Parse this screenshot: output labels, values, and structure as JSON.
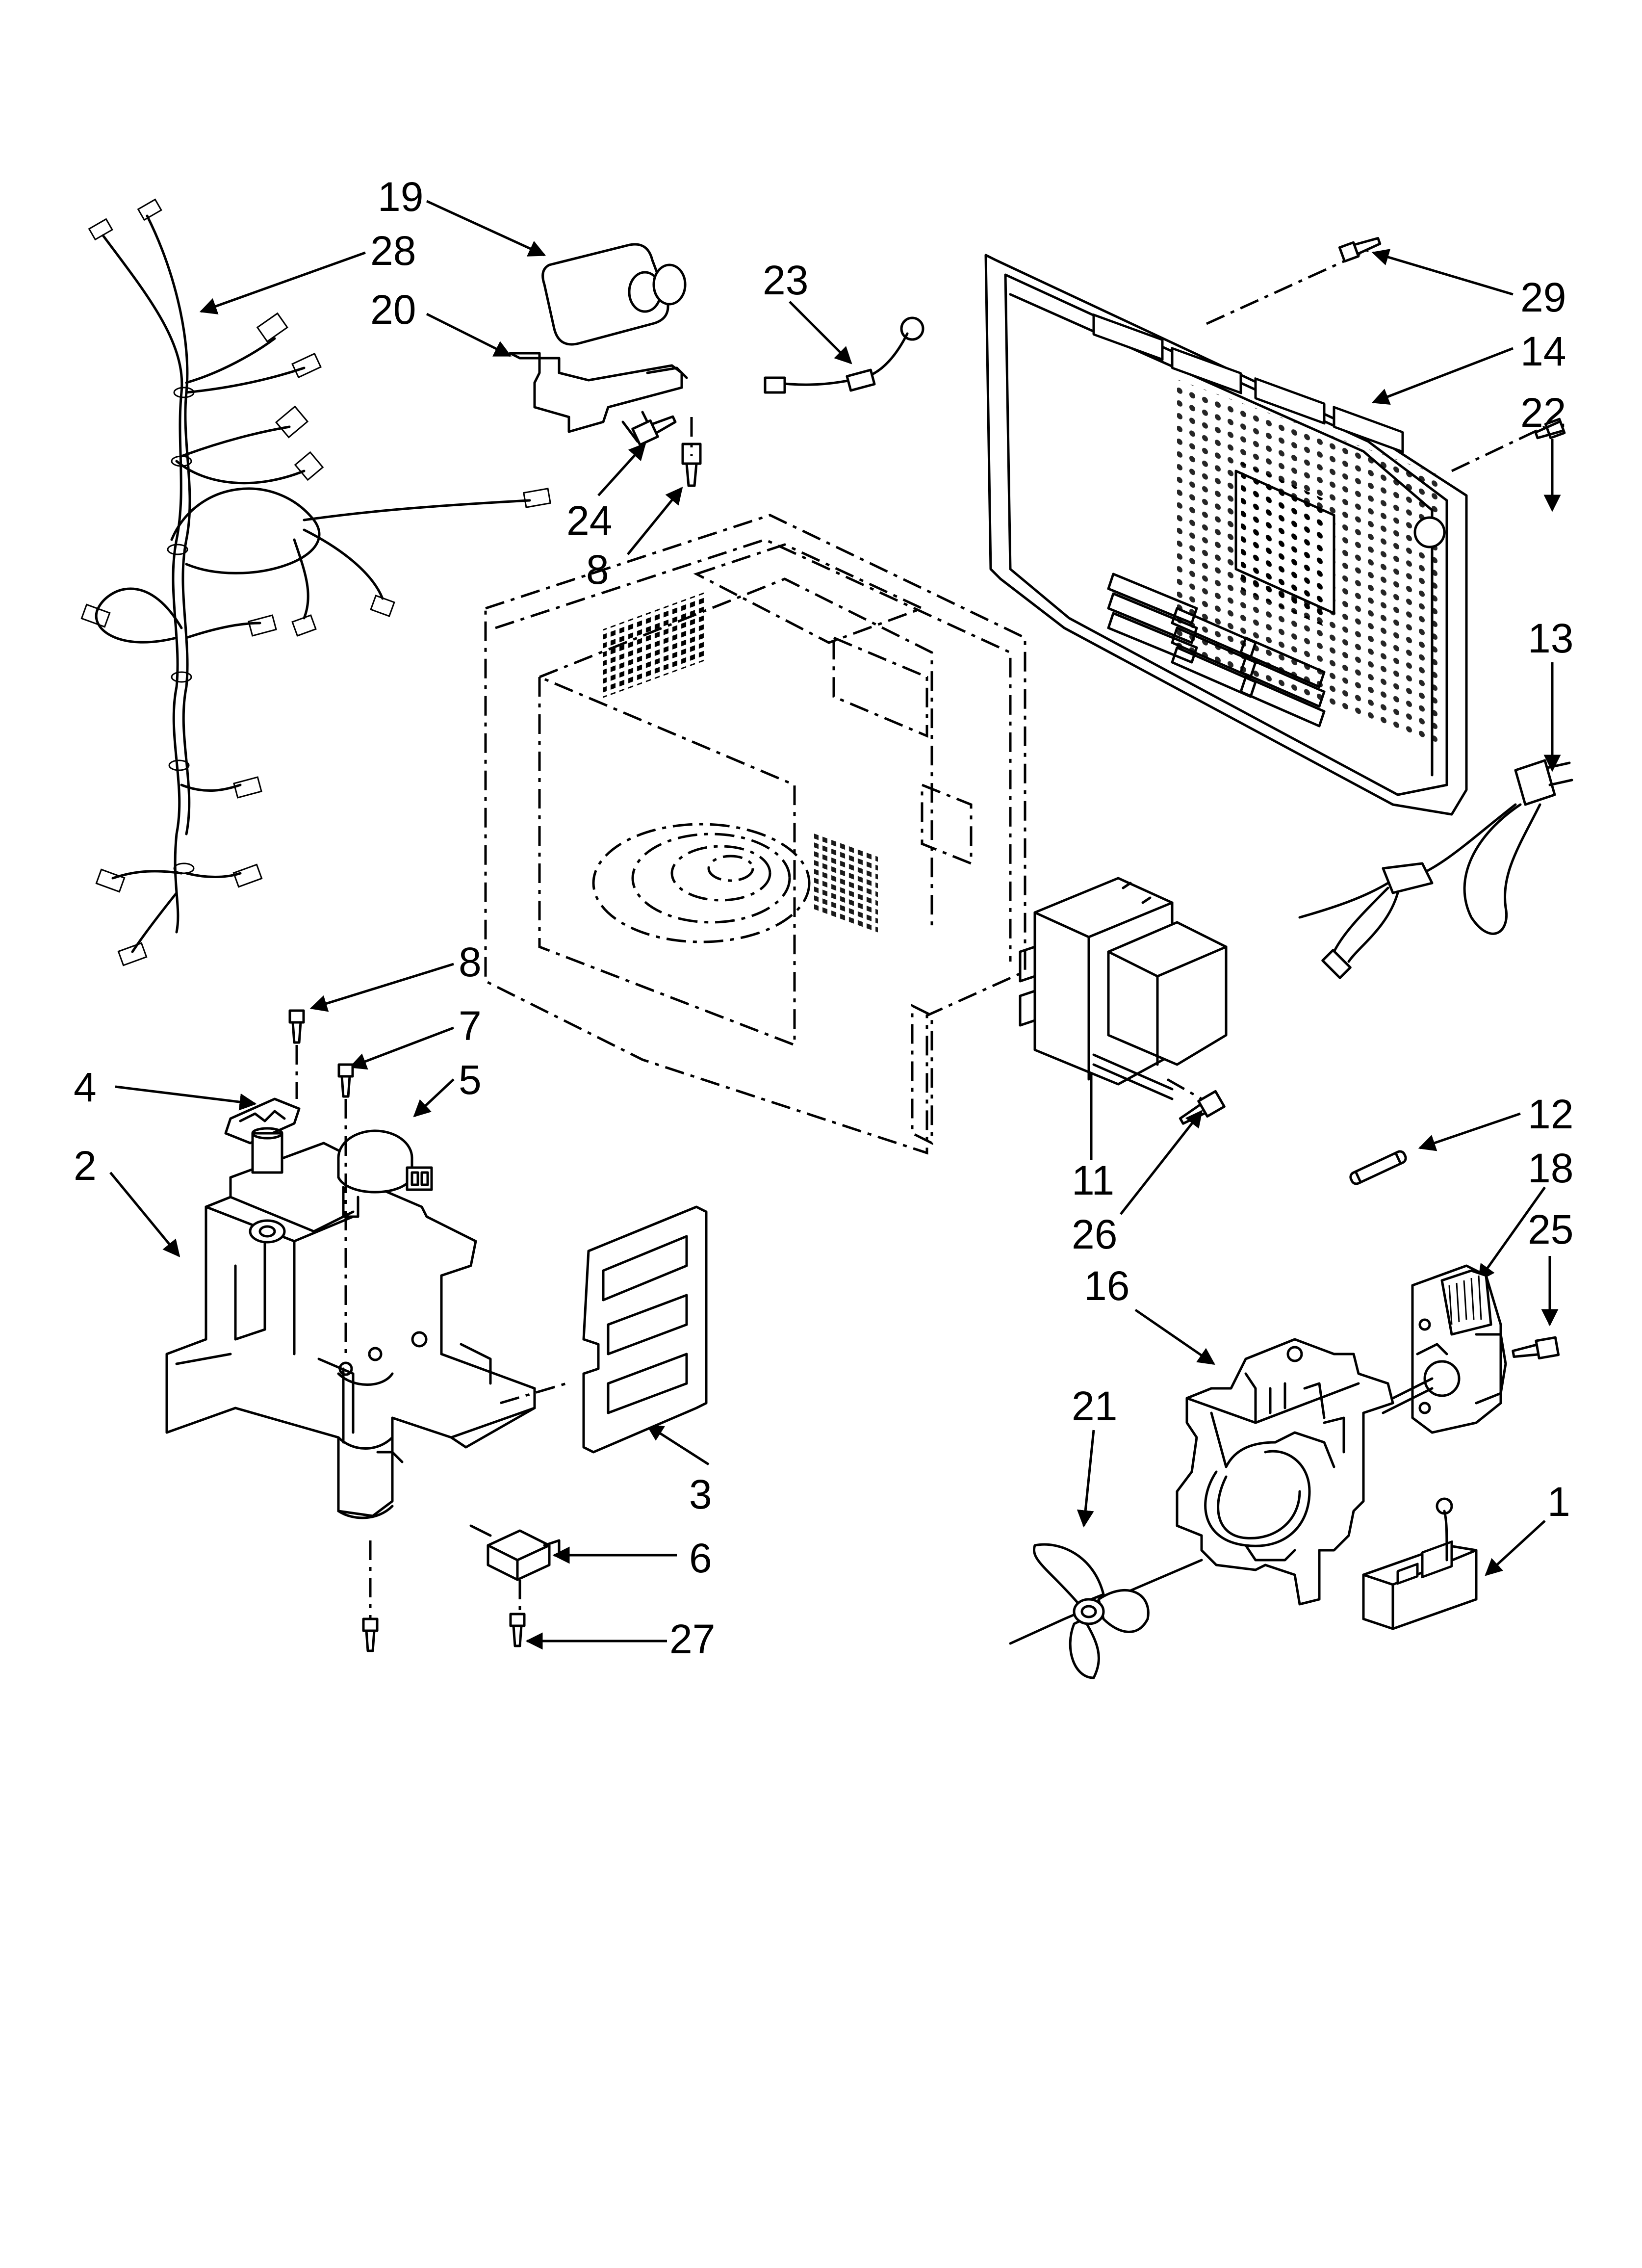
{
  "diagram": {
    "callouts": [
      {
        "id": "19",
        "label": "19"
      },
      {
        "id": "28",
        "label": "28"
      },
      {
        "id": "20",
        "label": "20"
      },
      {
        "id": "23",
        "label": "23"
      },
      {
        "id": "29",
        "label": "29"
      },
      {
        "id": "14",
        "label": "14"
      },
      {
        "id": "22",
        "label": "22"
      },
      {
        "id": "24",
        "label": "24"
      },
      {
        "id": "8a",
        "label": "8"
      },
      {
        "id": "13",
        "label": "13"
      },
      {
        "id": "8b",
        "label": "8"
      },
      {
        "id": "7",
        "label": "7"
      },
      {
        "id": "5",
        "label": "5"
      },
      {
        "id": "4",
        "label": "4"
      },
      {
        "id": "2",
        "label": "2"
      },
      {
        "id": "12",
        "label": "12"
      },
      {
        "id": "18",
        "label": "18"
      },
      {
        "id": "11",
        "label": "11"
      },
      {
        "id": "26",
        "label": "26"
      },
      {
        "id": "25",
        "label": "25"
      },
      {
        "id": "16",
        "label": "16"
      },
      {
        "id": "21",
        "label": "21"
      },
      {
        "id": "3",
        "label": "3"
      },
      {
        "id": "1",
        "label": "1"
      },
      {
        "id": "6",
        "label": "6"
      },
      {
        "id": "27",
        "label": "27"
      }
    ],
    "parts": [
      "wire-harness",
      "capacitor",
      "capacitor-bracket",
      "thermal-fuse",
      "air-duct",
      "screw",
      "power-cord",
      "cabinet-outline",
      "magnetron",
      "fan-shroud",
      "fan-motor",
      "fan-blade",
      "door-interlock-bracket",
      "cover-plate",
      "switch",
      "drive-motor",
      "thermal-cutout",
      "fuse",
      "circuit-board"
    ]
  }
}
